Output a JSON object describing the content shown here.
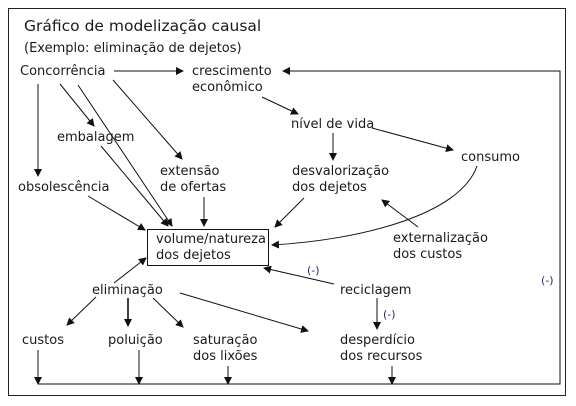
{
  "diagram": {
    "title": "Gráfico de modelização causal",
    "subtitle": "(Exemplo: eliminação de dejetos)",
    "nodes": {
      "concorrencia": "Concorrência",
      "crescimento_line1": "crescimento",
      "crescimento_line2": "econômico",
      "nivel_de_vida": "nível de vida",
      "embalagem": "embalagem",
      "consumo": "consumo",
      "extensao_line1": "extensão",
      "extensao_line2": "de ofertas",
      "desvalorizacao_line1": "desvalorização",
      "desvalorizacao_line2": "dos dejetos",
      "obsolescencia": "obsolescência",
      "volume_line1": "volume/natureza",
      "volume_line2": "dos dejetos",
      "externalizacao_line1": "externalização",
      "externalizacao_line2": "dos custos",
      "eliminacao": "eliminação",
      "reciclagem": "reciclagem",
      "custos": "custos",
      "poluicao": "poluição",
      "saturacao_line1": "saturação",
      "saturacao_line2": "dos lixões",
      "desperdicio_line1": "desperdício",
      "desperdicio_line2": "dos recursos"
    },
    "signs": {
      "reciclagem_to_volume": "(-)",
      "reciclagem_to_desperdicio": "(-)",
      "feedback_loop": "(-)"
    },
    "colors": {
      "line": "#111111",
      "sign": "#2a2a6a"
    }
  }
}
